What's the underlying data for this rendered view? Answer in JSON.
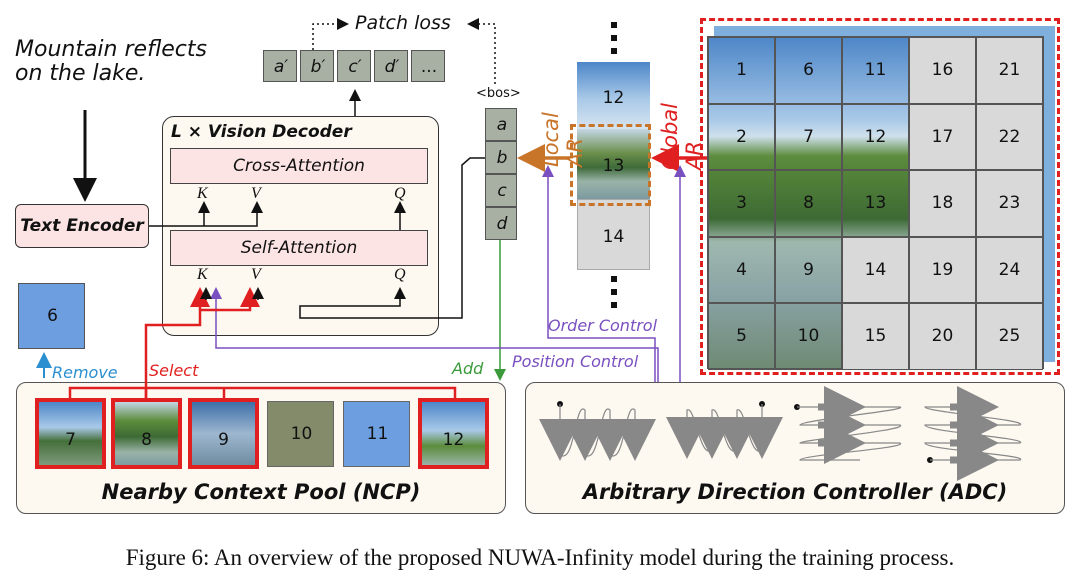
{
  "prompt_text": [
    "Mountain reflects",
    "on the lake."
  ],
  "patch_loss_label": "Patch loss",
  "predicted_tokens": [
    "a′",
    "b′",
    "c′",
    "d′",
    "..."
  ],
  "decoder": {
    "title": "L × Vision Decoder",
    "cross_attention": "Cross-Attention",
    "self_attention": "Self-Attention",
    "k_label": "K",
    "v_label": "V",
    "q_label": "Q"
  },
  "text_encoder_label": "Text Encoder",
  "bos_label": "<bos>",
  "token_column": [
    "a",
    "b",
    "c",
    "d"
  ],
  "local_ar_label": "Local AR",
  "global_ar_label": "Global AR",
  "local_sequence": [
    "12",
    "13",
    "14"
  ],
  "global_grid": [
    [
      "1",
      "6",
      "11",
      "16",
      "21"
    ],
    [
      "2",
      "7",
      "12",
      "17",
      "22"
    ],
    [
      "3",
      "8",
      "13",
      "18",
      "23"
    ],
    [
      "4",
      "9",
      "14",
      "19",
      "24"
    ],
    [
      "5",
      "10",
      "15",
      "20",
      "25"
    ]
  ],
  "removed_patch": "6",
  "labels": {
    "remove": "Remove",
    "select": "Select",
    "add": "Add",
    "order_control": "Order Control",
    "position_control": "Position Control"
  },
  "ncp": {
    "title": "Nearby Context Pool (NCP)",
    "patches": [
      "7",
      "8",
      "9",
      "10",
      "11",
      "12"
    ]
  },
  "adc_title": "Arbitrary Direction Controller (ADC)",
  "caption": "Figure 6: An overview of the proposed NUWA-Infinity model during the training process.",
  "colors": {
    "red": "#e02020",
    "orange": "#c8752a",
    "green": "#3a9a3a",
    "purple": "#7a4fc0",
    "blue": "#2b8fd0",
    "pink_box": "#fde4e4",
    "cream": "#fdf8f0"
  }
}
